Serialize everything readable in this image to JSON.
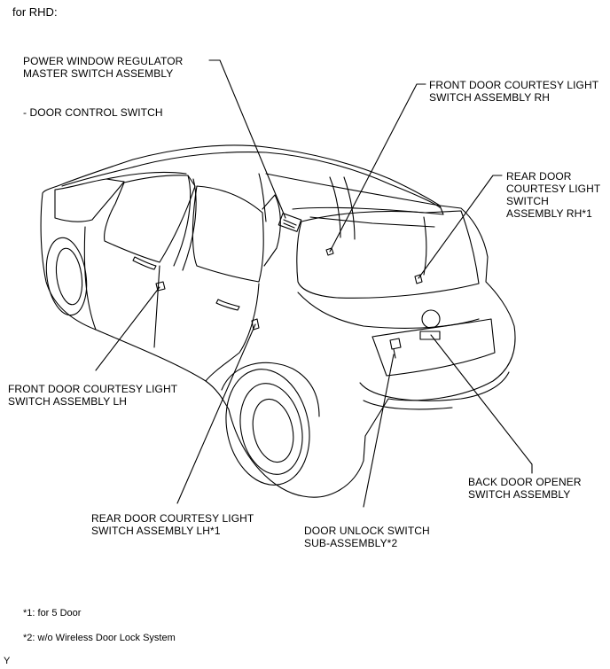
{
  "header": {
    "title": "for RHD:"
  },
  "labels": {
    "pw_master": {
      "line1": "POWER WINDOW REGULATOR",
      "line2": "MASTER SWITCH ASSEMBLY"
    },
    "door_control": "- DOOR CONTROL SWITCH",
    "front_rh": {
      "line1": "FRONT DOOR COURTESY LIGHT",
      "line2": "SWITCH ASSEMBLY RH"
    },
    "rear_rh": {
      "line1": "REAR DOOR",
      "line2": "COURTESY LIGHT",
      "line3": "SWITCH",
      "line4": "ASSEMBLY RH*1"
    },
    "front_lh": {
      "line1": "FRONT DOOR COURTESY LIGHT",
      "line2": "SWITCH ASSEMBLY LH"
    },
    "rear_lh": {
      "line1": "REAR DOOR COURTESY LIGHT",
      "line2": "SWITCH ASSEMBLY LH*1"
    },
    "door_unlock": {
      "line1": "DOOR UNLOCK SWITCH",
      "line2": "SUB-ASSEMBLY*2"
    },
    "back_door": {
      "line1": "BACK DOOR OPENER",
      "line2": "SWITCH ASSEMBLY"
    }
  },
  "notes": {
    "note1": "*1: for 5 Door",
    "note2": "*2: w/o Wireless Door Lock System"
  },
  "footer": {
    "code": "Y"
  }
}
